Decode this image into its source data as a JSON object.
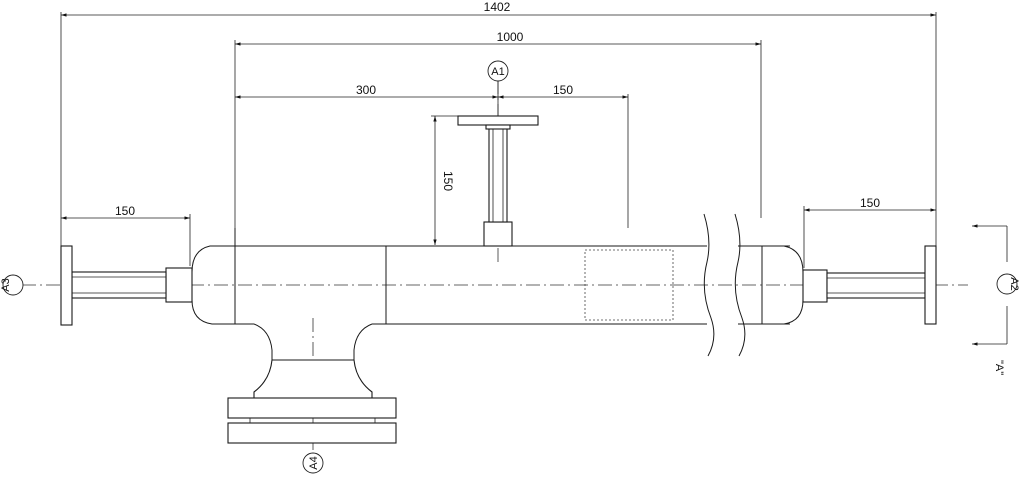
{
  "dimensions": {
    "overall": "1402",
    "body": "1000",
    "branch_offset_left": "300",
    "branch_offset_right": "150",
    "branch_height": "150",
    "left_stub": "150",
    "right_stub": "150"
  },
  "tags": {
    "a1": "A1",
    "a2": "A2",
    "a3": "A3",
    "a4": "A4"
  },
  "section": {
    "label": "\"A\""
  }
}
